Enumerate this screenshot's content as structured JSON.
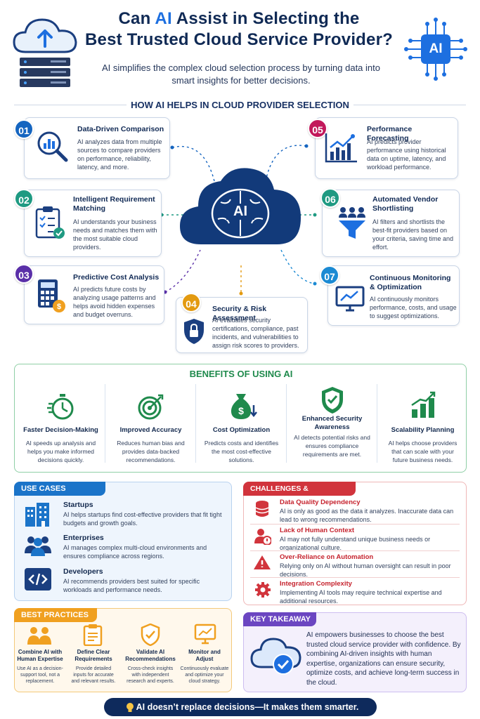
{
  "header": {
    "title_line1_pre": "Can ",
    "title_line1_ai": "AI",
    "title_line1_post": " Assist in Selecting the",
    "title_line2": "Best Trusted Cloud Service Provider?",
    "subtitle": "AI simplifies the complex cloud selection process by turning data into smart insights for better decisions.",
    "chip_label": "AI"
  },
  "helps": {
    "heading": "HOW AI HELPS IN CLOUD PROVIDER SELECTION",
    "center_label": "AI",
    "cards": [
      {
        "num": "01",
        "title": "Data-Driven Comparison",
        "desc": "AI analyzes data from multiple sources to compare providers on performance, reliability, latency, and more.",
        "color": "#1565c0",
        "icon": "chart-magnifier-icon"
      },
      {
        "num": "02",
        "title": "Intelligent Requirement Matching",
        "desc": "AI understands your business needs and matches them with the most suitable cloud providers.",
        "color": "#1f9a82",
        "icon": "checklist-icon"
      },
      {
        "num": "03",
        "title": "Predictive Cost Analysis",
        "desc": "AI predicts future costs by analyzing usage patterns and helps avoid hidden expenses and budget overruns.",
        "color": "#5a2fa8",
        "icon": "calculator-icon"
      },
      {
        "num": "04",
        "title": "Security & Risk Assessment",
        "desc": "AI evaluates security certifications, compliance, past incidents, and vulnerabilities to assign risk scores to providers.",
        "color": "#e39a10",
        "icon": "lock-icon"
      },
      {
        "num": "05",
        "title": "Performance Forecasting",
        "desc": "AI predicts provider performance using historical data on uptime, latency, and workload performance.",
        "color": "#c2185b",
        "icon": "trend-chart-icon"
      },
      {
        "num": "06",
        "title": "Automated Vendor Shortlisting",
        "desc": "AI filters and shortlists the best-fit providers based on your criteria, saving time and effort.",
        "color": "#1f9a82",
        "icon": "funnel-people-icon"
      },
      {
        "num": "07",
        "title": "Continuous Monitoring & Optimization",
        "desc": "AI continuously monitors performance, costs, and usage to suggest optimizations.",
        "color": "#1b8ad3",
        "icon": "monitor-chart-icon"
      }
    ]
  },
  "benefits": {
    "heading": "BENEFITS OF USING AI",
    "items": [
      {
        "title": "Faster Decision-Making",
        "desc": "AI speeds up analysis and helps you make informed decisions quickly.",
        "icon": "stopwatch-icon"
      },
      {
        "title": "Improved Accuracy",
        "desc": "Reduces human bias and provides data-backed recommendations.",
        "icon": "target-icon"
      },
      {
        "title": "Cost Optimization",
        "desc": "Predicts costs and identifies the most cost-effective solutions.",
        "icon": "money-bag-icon"
      },
      {
        "title": "Enhanced Security Awareness",
        "desc": "AI detects potential risks and ensures compliance requirements are met.",
        "icon": "shield-check-icon"
      },
      {
        "title": "Scalability Planning",
        "desc": "AI helps choose providers that can scale with your future business needs.",
        "icon": "growth-bars-icon"
      }
    ]
  },
  "use_cases": {
    "heading": "USE CASES",
    "items": [
      {
        "title": "Startups",
        "desc": "AI helps startups find cost-effective providers that fit tight budgets and growth goals.",
        "icon": "buildings-icon"
      },
      {
        "title": "Enterprises",
        "desc": "AI manages complex multi-cloud environments and ensures compliance across regions.",
        "icon": "team-icon"
      },
      {
        "title": "Developers",
        "desc": "AI recommends providers best suited for specific workloads and performance needs.",
        "icon": "code-icon"
      }
    ]
  },
  "challenges": {
    "heading": "CHALLENGES & LIMITATIONS",
    "items": [
      {
        "title": "Data Quality Dependency",
        "desc": "AI is only as good as the data it analyzes. Inaccurate data can lead to wrong recommendations.",
        "icon": "database-icon"
      },
      {
        "title": "Lack of Human Context",
        "desc": "AI may not fully understand unique business needs or organizational culture.",
        "icon": "person-warning-icon"
      },
      {
        "title": "Over-Reliance on Automation",
        "desc": "Relying only on AI without human oversight can result in poor decisions.",
        "icon": "warning-icon"
      },
      {
        "title": "Integration Complexity",
        "desc": "Implementing AI tools may require technical expertise and additional resources.",
        "icon": "gear-icon"
      }
    ]
  },
  "best_practices": {
    "heading": "BEST PRACTICES",
    "items": [
      {
        "title": "Combine AI with Human Expertise",
        "desc": "Use AI as a decision-support tool, not a replacement.",
        "icon": "people-icon"
      },
      {
        "title": "Define Clear Requirements",
        "desc": "Provide detailed inputs for accurate and relevant results.",
        "icon": "clipboard-icon"
      },
      {
        "title": "Validate AI Recommendations",
        "desc": "Cross-check insights with independent research and experts.",
        "icon": "shield-check-icon"
      },
      {
        "title": "Monitor and Adjust",
        "desc": "Continuously evaluate and optimize your cloud strategy.",
        "icon": "monitor-chart-icon"
      }
    ]
  },
  "takeaway": {
    "heading": "KEY TAKEAWAY",
    "text": "AI empowers businesses to choose the best trusted cloud service provider with confidence. By combining AI-driven insights with human expertise, organizations can ensure security, optimize costs, and achieve long-term success in the cloud."
  },
  "footer": {
    "icon": "lightbulb-icon",
    "text": "AI doesn’t replace decisions—It makes them smarter."
  },
  "colors": {
    "navy": "#102a55",
    "accent_blue": "#1d6fe0",
    "benefit_green": "#1f8a4c",
    "usecase_blue": "#1b74c9",
    "challenge_red": "#d1343c",
    "practice_orange": "#f0a020",
    "takeaway_purple": "#6b46c1"
  }
}
